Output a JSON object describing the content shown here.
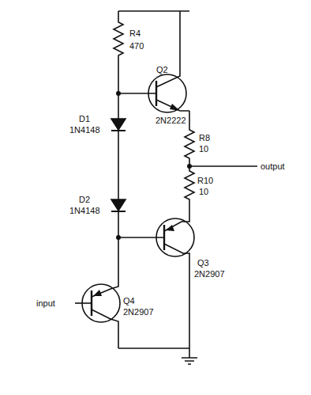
{
  "diagram": {
    "labels": [
      "R4",
      "470",
      "Q2",
      "2N2222",
      "D1",
      "1N4148",
      "D2",
      "1N4148",
      "R8",
      "10",
      "output",
      "R10",
      "10",
      "Q3",
      "2N2907",
      "input",
      "Q4",
      "2N2907"
    ]
  }
}
